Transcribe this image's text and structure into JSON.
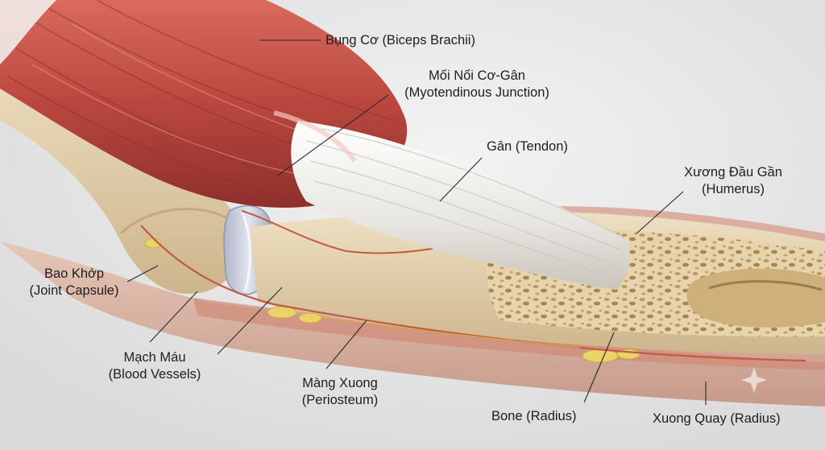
{
  "labels": {
    "biceps": "Bụng Cơ (Biceps Brachii)",
    "mtj_vi": "Mối Nối Cơ-Gân",
    "mtj_en": "(Myotendinous Junction)",
    "tendon": "Gân (Tendon)",
    "humerus_vi": "Xương Đầu Gần",
    "humerus_en": "(Humerus)",
    "capsule_vi": "Bao Khớp",
    "capsule_en": "(Joint Capsule)",
    "vessels_vi": "Mạch Máu",
    "vessels_en": "(Blood Vessels)",
    "periosteum_vi": "Màng Xuong",
    "periosteum_en": "(Periosteum)",
    "bone": "Bone (Radius)",
    "radius": "Xuong Quay (Radius)"
  },
  "colors": {
    "background": "#e9e9e9",
    "muscle": "#b9473f",
    "tendon": "#eceae4",
    "bone": "#e6d2b0",
    "marrow": "#e9d36a",
    "vessel": "#c25a44",
    "leader": "#2a2a2a"
  }
}
